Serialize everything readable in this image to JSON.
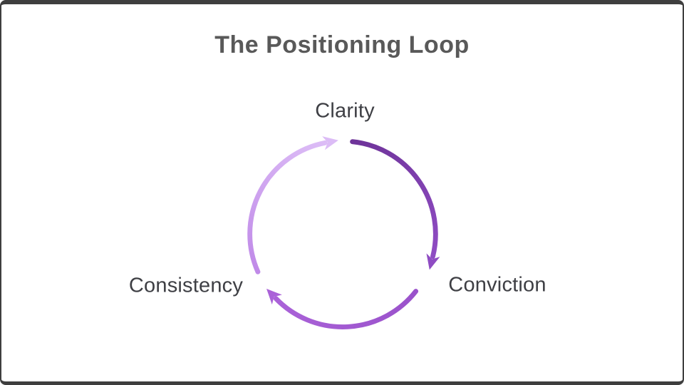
{
  "slide": {
    "title": "The Positioning Loop"
  },
  "diagram": {
    "type": "cycle",
    "direction": "clockwise",
    "nodes": [
      {
        "label": "Clarity",
        "position": "top"
      },
      {
        "label": "Conviction",
        "position": "right"
      },
      {
        "label": "Consistency",
        "position": "left"
      }
    ],
    "edges": [
      {
        "from": "Clarity",
        "to": "Conviction",
        "style": "dark-purple-arc"
      },
      {
        "from": "Conviction",
        "to": "Consistency",
        "style": "medium-purple-arc"
      },
      {
        "from": "Consistency",
        "to": "Clarity",
        "style": "light-purple-arc"
      }
    ]
  },
  "colors": {
    "frame": "#3e3e3e",
    "background": "#ffffff",
    "title_text": "#595959",
    "label_text": "#3e3f44",
    "arc_right_start": "#6e3399",
    "arc_right_end": "#8f4cc3",
    "arc_bottom_start": "#9a52cb",
    "arc_bottom_end": "#aa62d8",
    "arc_left_start": "#c08ae8",
    "arc_left_end": "#dcbcf6"
  }
}
